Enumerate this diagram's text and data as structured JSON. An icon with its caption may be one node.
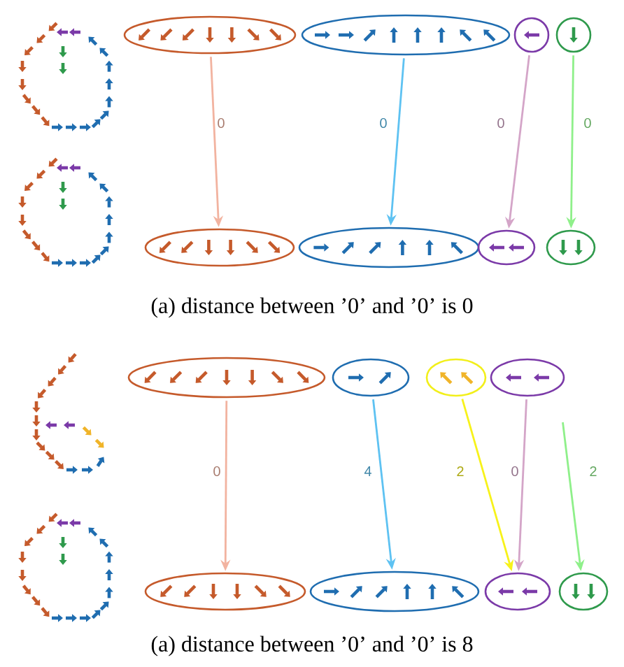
{
  "diagram": {
    "nodes": [
      {
        "text": [],
        "shape": "ellipse"
      },
      {
        "text": [],
        "shape": "ellipse"
      },
      {
        "text": [],
        "shape": "circle"
      },
      {
        "text": [],
        "shape": "circle"
      },
      {
        "text": [],
        "shape": "ellipse"
      },
      {
        "text": [],
        "shape": "ellipse"
      },
      {
        "text": [],
        "shape": "ellipse"
      },
      {
        "text": [],
        "shape": "ellipse"
      },
      {
        "text": [],
        "shape": "ellipse"
      },
      {
        "text": [],
        "shape": "ellipse"
      },
      {
        "text": [],
        "shape": "ellipse"
      },
      {
        "text": [],
        "shape": "ellipse"
      },
      {
        "text": [],
        "shape": "ellipse"
      },
      {
        "text": [],
        "shape": "ellipse"
      },
      {
        "text": [],
        "shape": "ellipse"
      },
      {
        "text": [],
        "shape": "ellipse"
      }
    ],
    "edges": [
      {
        "from": 0,
        "to": 4,
        "arrow": "to",
        "label": "0",
        "color": "#f2b3a0"
      },
      {
        "from": 1,
        "to": 5,
        "arrow": "to",
        "label": "0",
        "color": "#5ec2f2"
      },
      {
        "from": 2,
        "to": 6,
        "arrow": "to",
        "label": "0",
        "color": "#d4a5c8"
      },
      {
        "from": 3,
        "to": 7,
        "arrow": "to",
        "label": "0",
        "color": "#8ff08a"
      },
      {
        "from": 8,
        "to": 12,
        "arrow": "to",
        "label": "0",
        "color": "#f2b3a0"
      },
      {
        "from": 9,
        "to": 13,
        "arrow": "to",
        "label": "4",
        "color": "#5ec2f2"
      },
      {
        "from": 10,
        "to": 14,
        "arrow": "to",
        "label": "2",
        "color": "#f7f21a"
      },
      {
        "from": 11,
        "to": 14,
        "arrow": "to",
        "label": "0",
        "color": "#d4a5c8"
      },
      {
        "from": null,
        "to": 15,
        "arrow": "to",
        "label": "2",
        "color": "#8ff08a"
      }
    ],
    "labels": [
      "(a) distance between ’0’ and ’0’ is 0",
      "(a) distance between ’0’ and ’0’ is 8"
    ]
  }
}
